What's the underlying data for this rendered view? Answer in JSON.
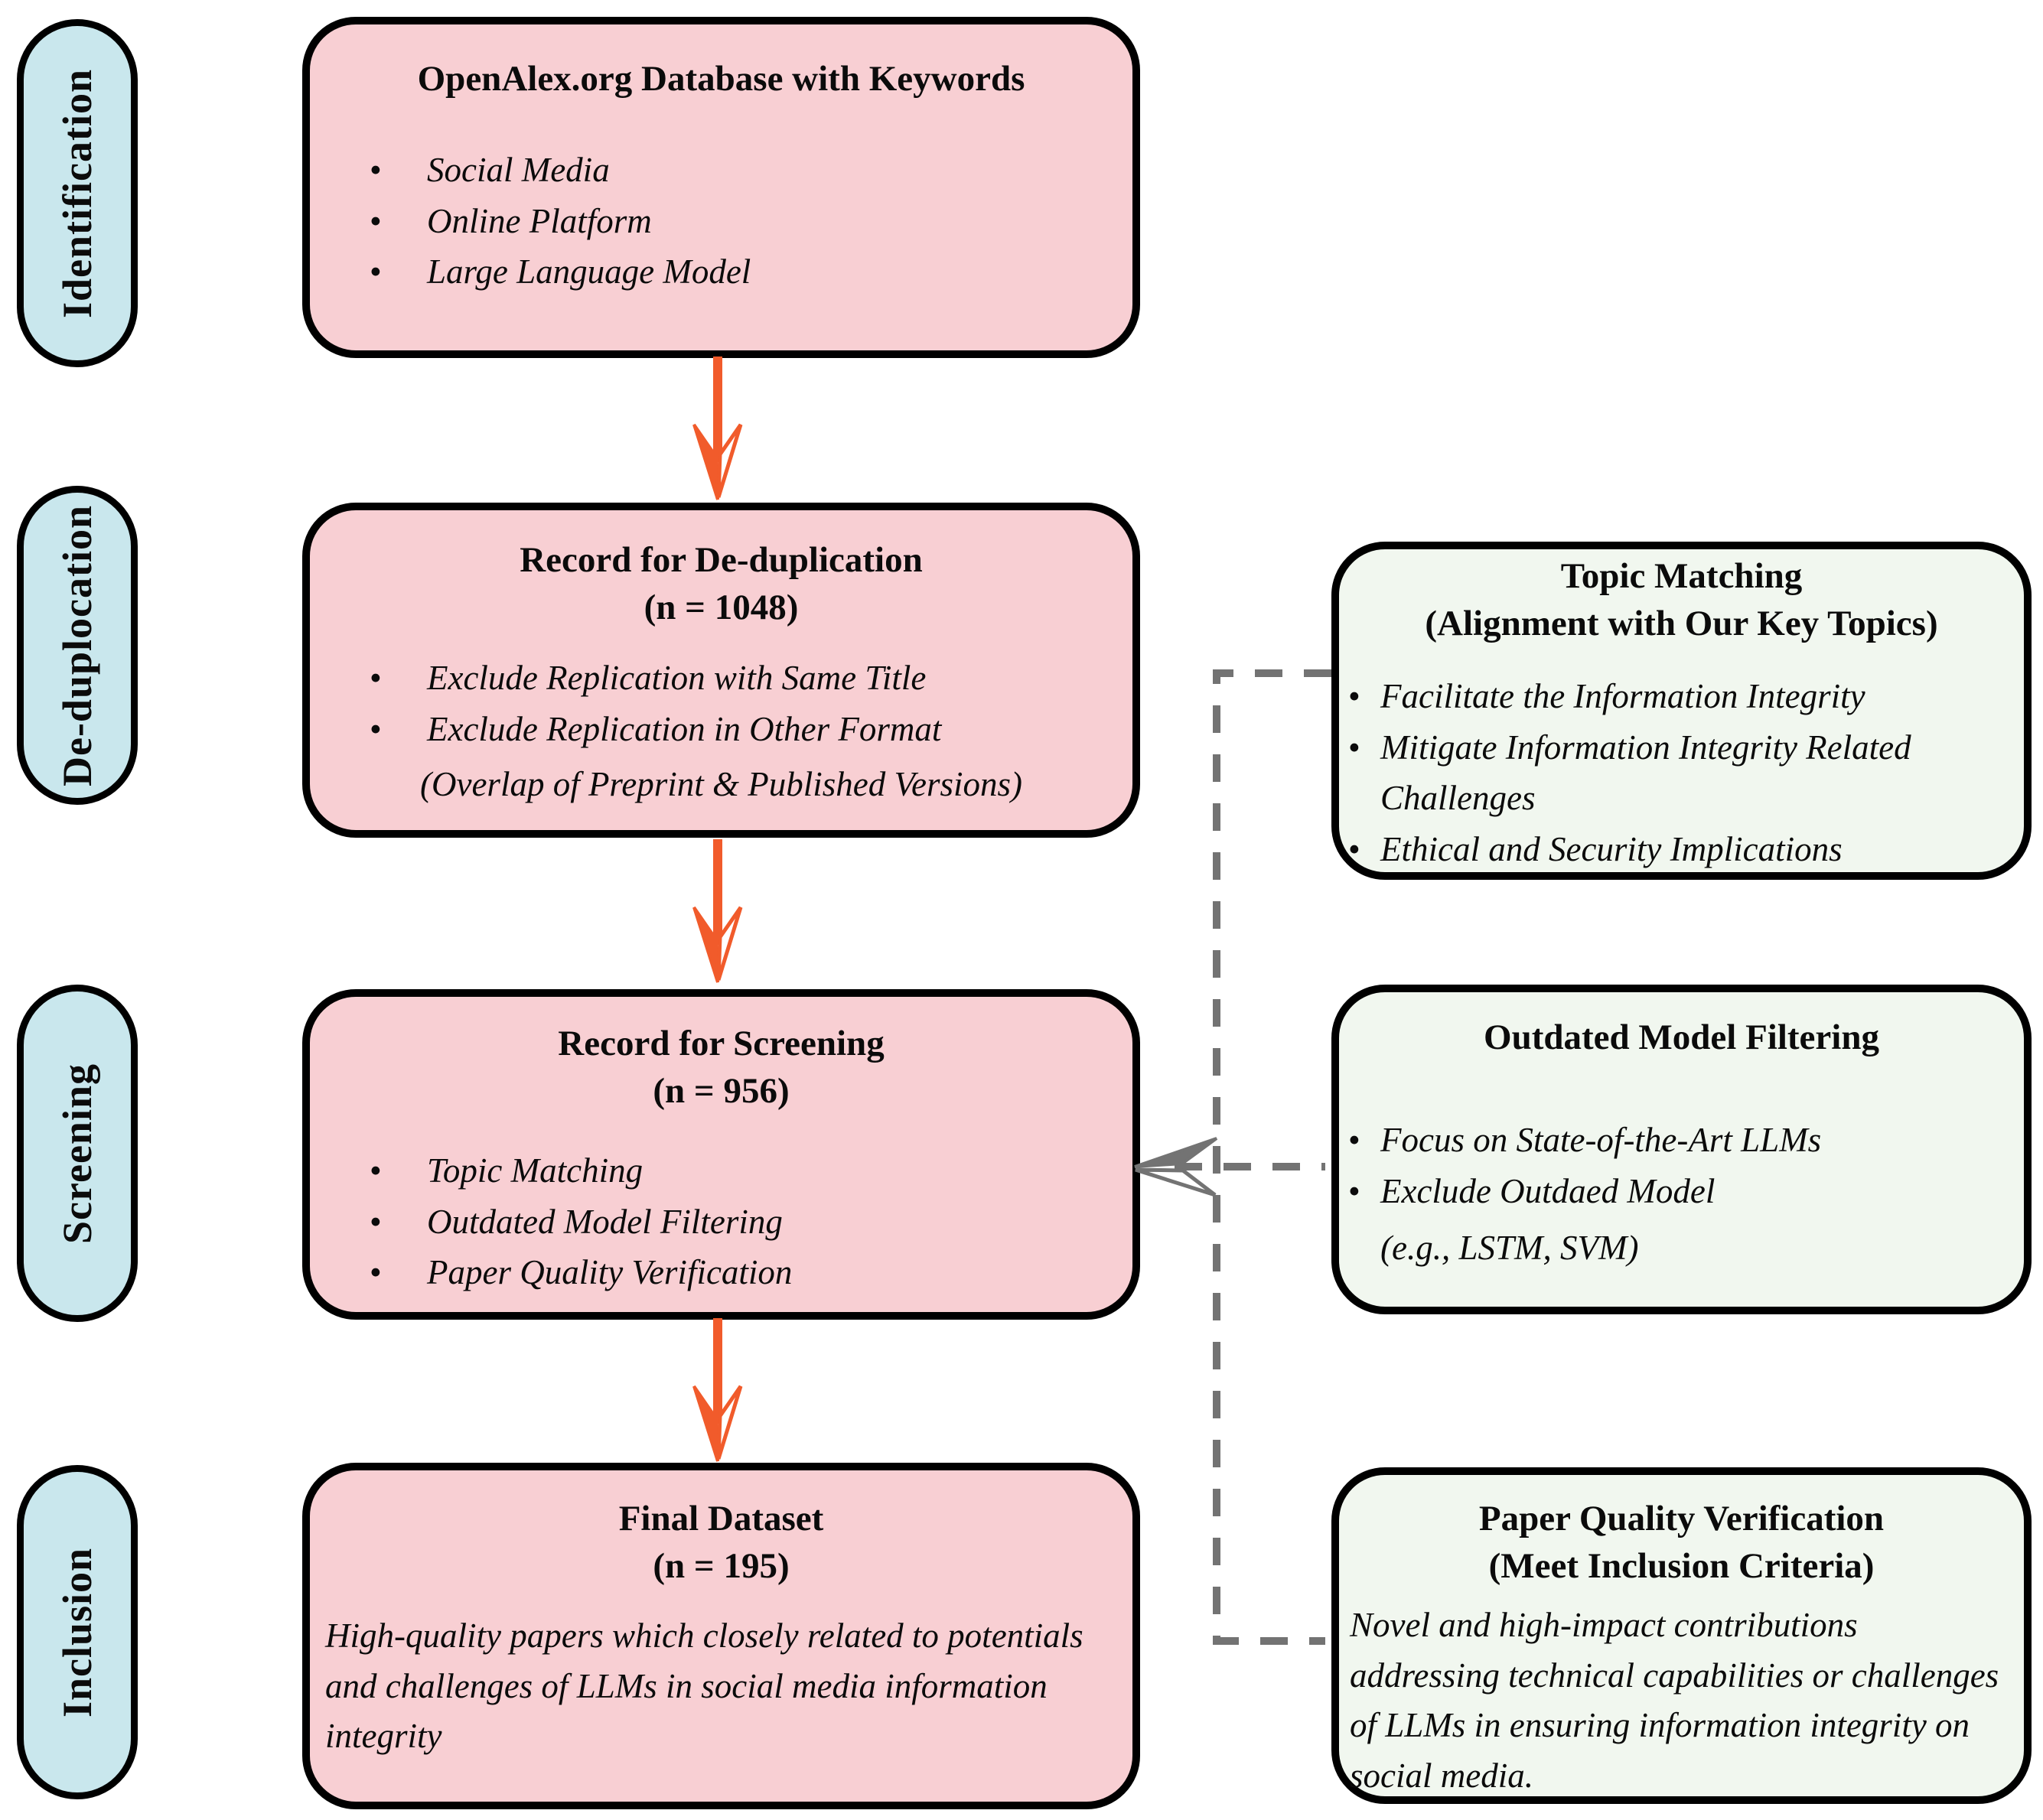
{
  "stages": [
    {
      "label": "Identification"
    },
    {
      "label": "De-duplocation"
    },
    {
      "label": "Screening"
    },
    {
      "label": "Inclusion"
    }
  ],
  "flow_boxes": [
    {
      "title": "OpenAlex.org Database with Keywords",
      "bullets": [
        "Social Media",
        "Online Platform",
        "Large Language Model"
      ]
    },
    {
      "title": "Record for De-duplication",
      "subtitle": "(n = 1048)",
      "bullets": [
        "Exclude Replication with Same Title",
        "Exclude Replication in Other Format"
      ],
      "note": "(Overlap of Preprint & Published Versions)"
    },
    {
      "title": "Record for Screening",
      "subtitle": "(n = 956)",
      "bullets": [
        "Topic Matching",
        "Outdated Model Filtering",
        "Paper Quality Verification"
      ]
    },
    {
      "title": "Final Dataset",
      "subtitle": "(n = 195)",
      "paragraph": "High-quality papers which closely related to potentials and challenges of LLMs in social media information integrity"
    }
  ],
  "criteria_boxes": [
    {
      "title": "Topic Matching",
      "subtitle": "(Alignment with Our Key Topics)",
      "bullets": [
        "Facilitate the Information Integrity",
        "Mitigate Information Integrity Related Challenges",
        "Ethical and Security Implications"
      ]
    },
    {
      "title": "Outdated Model Filtering",
      "bullets": [
        "Focus on State-of-the-Art LLMs",
        "Exclude Outdaed Model"
      ],
      "note": "(e.g., LSTM, SVM)"
    },
    {
      "title": "Paper Quality Verification",
      "subtitle": "(Meet Inclusion Criteria)",
      "paragraph": "Novel and high-impact contributions addressing technical capabilities or challenges of LLMs in ensuring information integrity on social media."
    }
  ],
  "bullet_glyph": "•",
  "colors": {
    "flow_box_pink": "#F8CFD3",
    "stage_capsule_blue": "#C9E7ED",
    "criteria_box_green": "#F1F7EF",
    "flow_arrow_orange": "#F15B2B",
    "connector_gray": "#737373",
    "border_black": "#000000"
  }
}
